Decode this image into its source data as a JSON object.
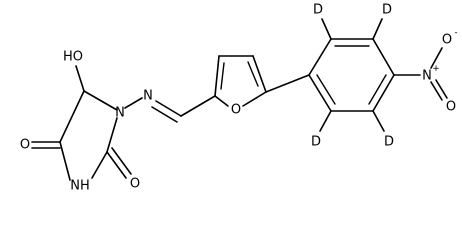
{
  "molecule": {
    "atoms": {
      "hydroxyl": "HO",
      "n1": "N",
      "imine_n": "N",
      "furan_o": "O",
      "carbonyl_o1": "O",
      "carbonyl_o2": "O",
      "nh": "NH",
      "nitro_n": "N",
      "nitro_n_charge": "+",
      "nitro_o_top": "O",
      "nitro_o_top_charge": "-",
      "nitro_o_bottom": "O",
      "d_top_left": "D",
      "d_top_right": "D",
      "d_bottom_left": "D",
      "d_bottom_right": "D"
    }
  }
}
